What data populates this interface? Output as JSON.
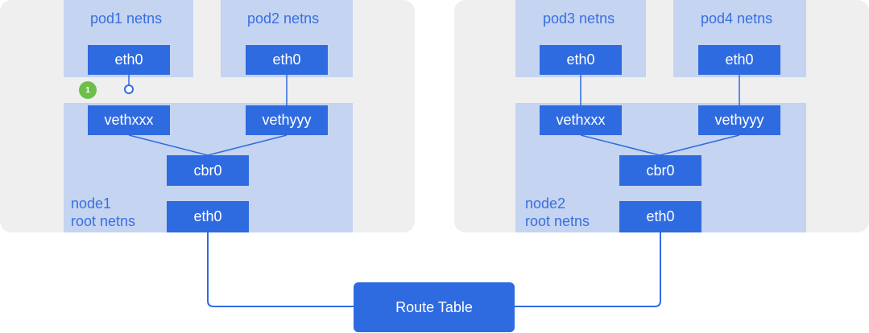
{
  "node1": {
    "pod1_label": "pod1 netns",
    "pod2_label": "pod2 netns",
    "pod1_eth": "eth0",
    "pod2_eth": "eth0",
    "veth_a": "vethxxx",
    "veth_b": "vethyyy",
    "bridge": "cbr0",
    "root_label_line1": "node1",
    "root_label_line2": "root netns",
    "eth": "eth0"
  },
  "node2": {
    "pod3_label": "pod3 netns",
    "pod4_label": "pod4 netns",
    "pod3_eth": "eth0",
    "pod4_eth": "eth0",
    "veth_a": "vethxxx",
    "veth_b": "vethyyy",
    "bridge": "cbr0",
    "root_label_line1": "node2",
    "root_label_line2": "root netns",
    "eth": "eth0"
  },
  "route_table": "Route Table",
  "step_badge": "1",
  "colors": {
    "node_bg": "#efefef",
    "netns_fill": "#c4d4f1",
    "interface_blue": "#2f6be0",
    "label_blue": "#3a6fdf",
    "step_green": "#6dbf4b"
  }
}
